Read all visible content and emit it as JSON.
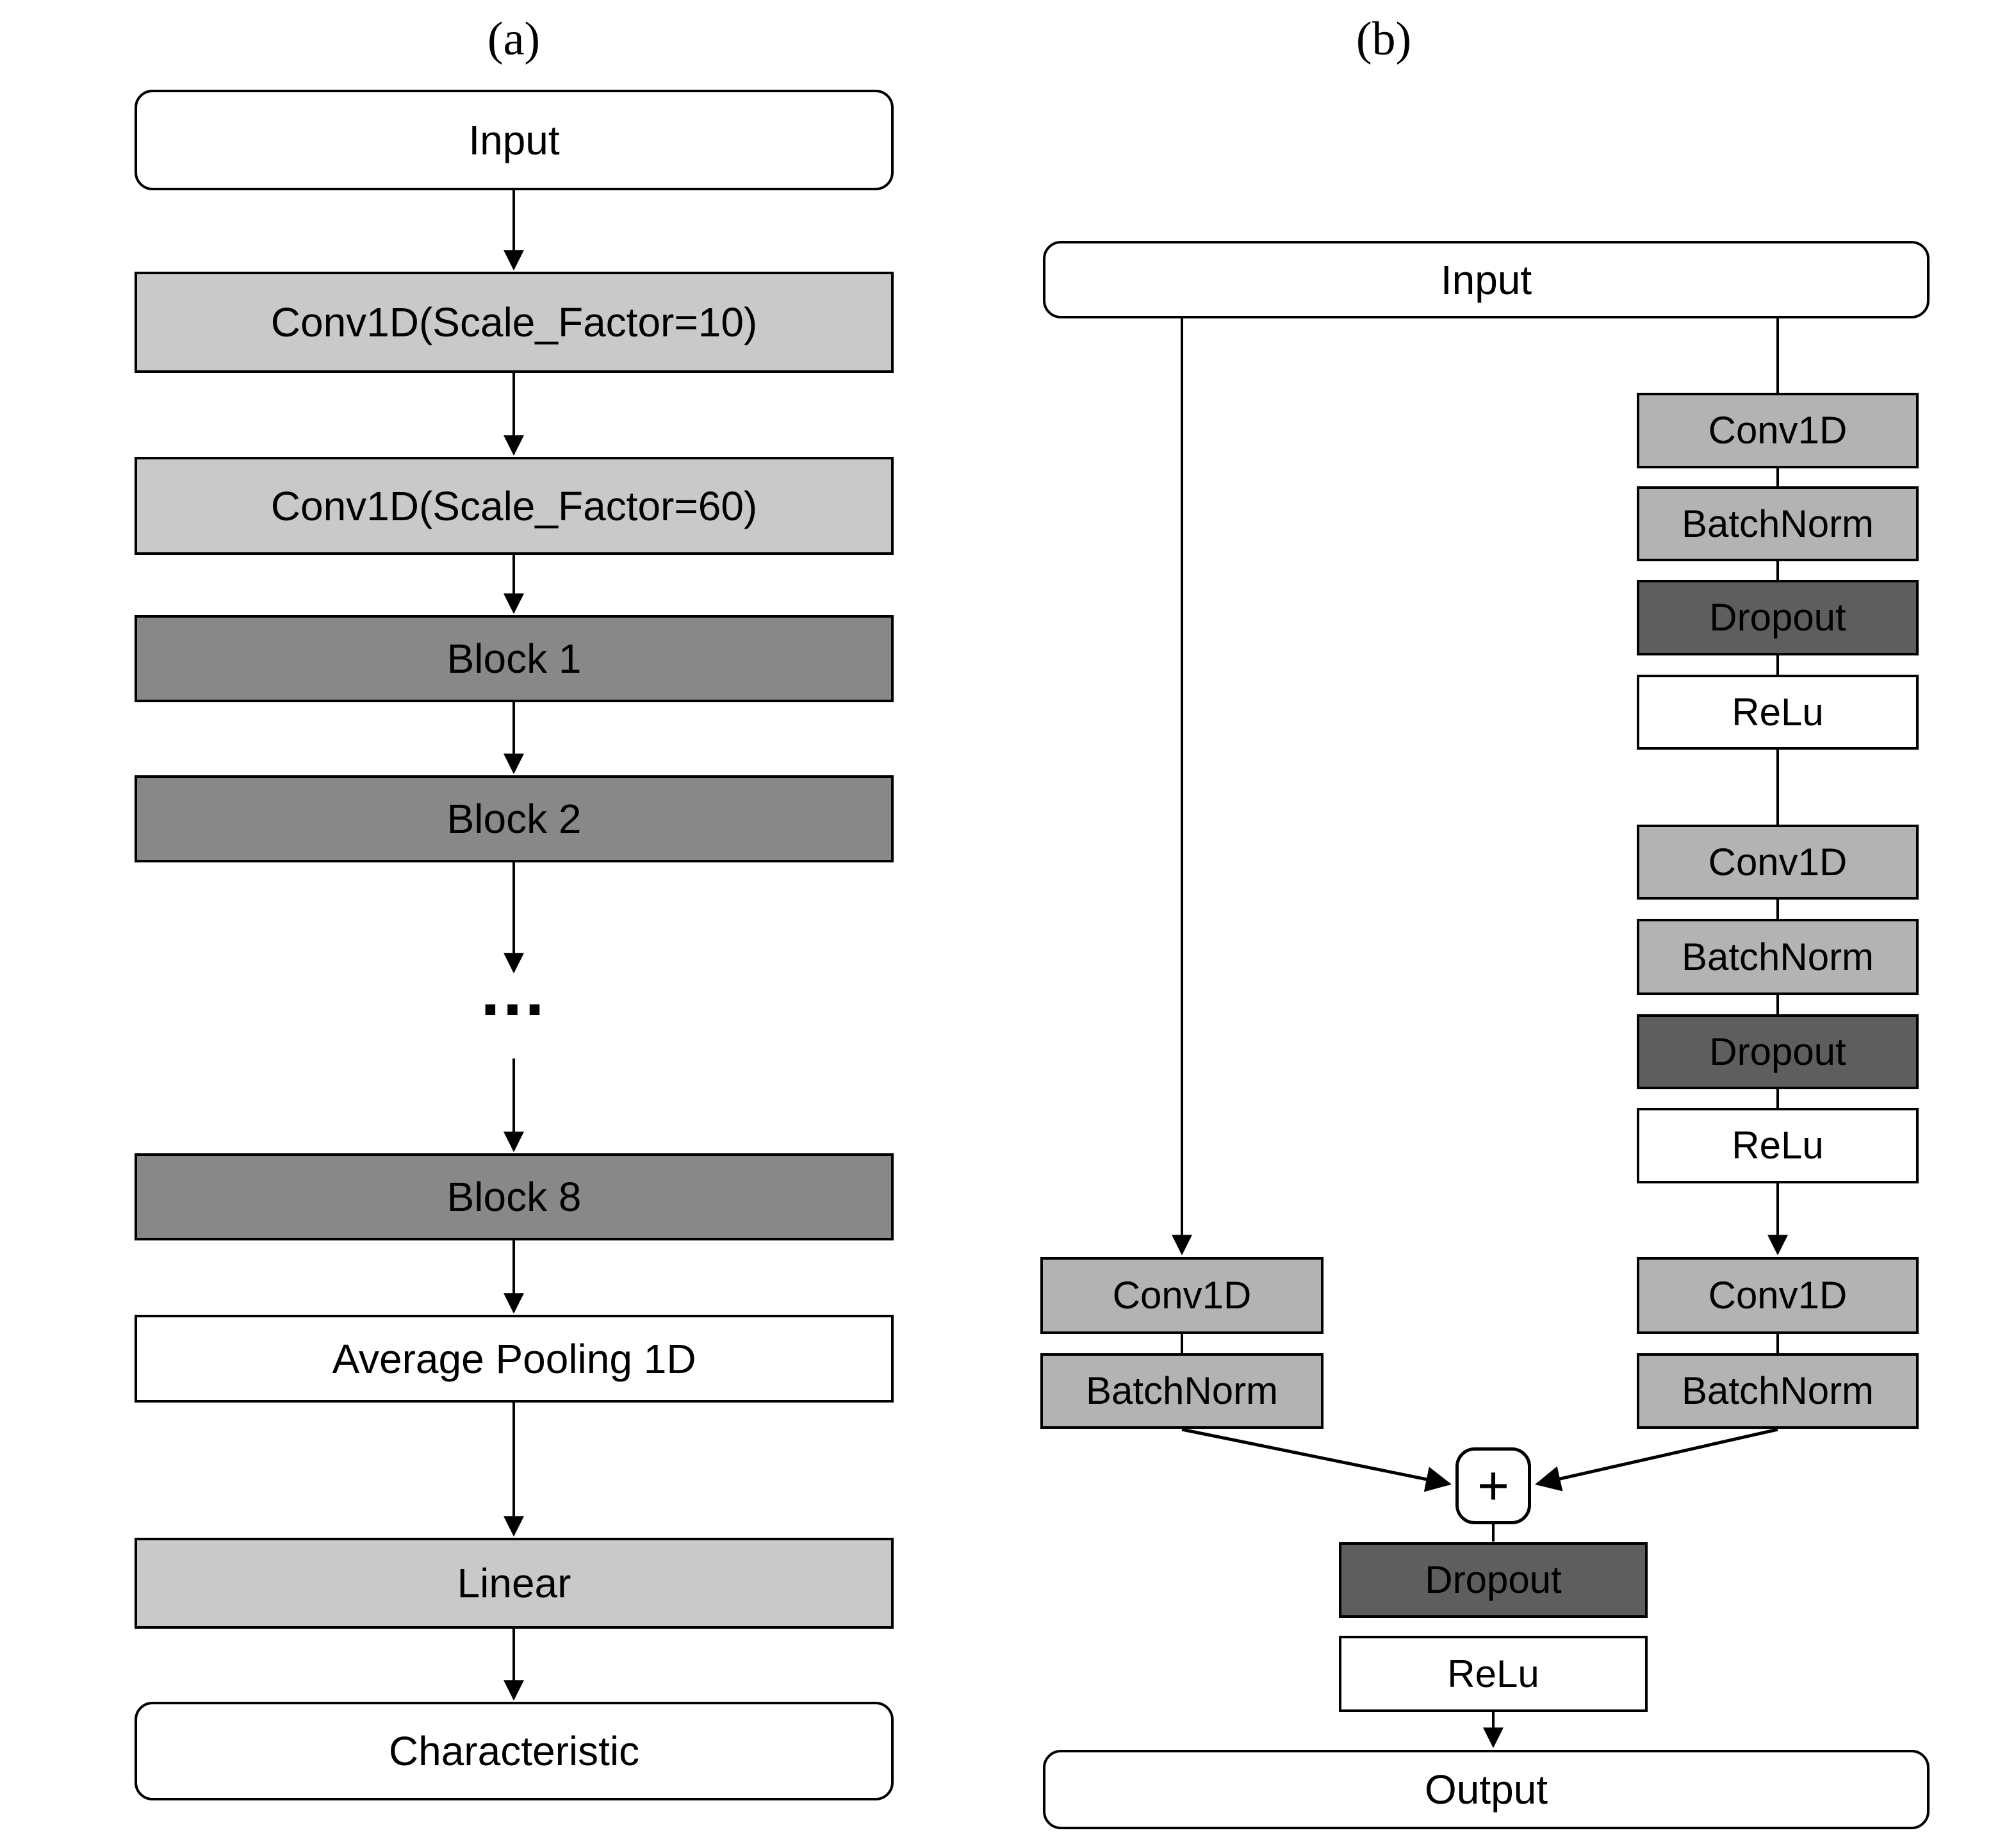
{
  "figure": {
    "panel_a_label": "(a)",
    "panel_b_label": "(b)"
  },
  "panel_a": {
    "nodes": {
      "input": "Input",
      "conv_sf10": "Conv1D(Scale_Factor=10)",
      "conv_sf60": "Conv1D(Scale_Factor=60)",
      "block1": "Block 1",
      "block2": "Block 2",
      "ellipsis": "...",
      "block8": "Block 8",
      "avgpool": "Average Pooling 1D",
      "linear": "Linear",
      "characteristic": "Characteristic"
    }
  },
  "panel_b": {
    "input": "Input",
    "skip_branch": {
      "conv": "Conv1D",
      "batchnorm": "BatchNorm"
    },
    "stack1": {
      "conv": "Conv1D",
      "batchnorm": "BatchNorm",
      "dropout": "Dropout",
      "relu": "ReLu"
    },
    "stack2": {
      "conv": "Conv1D",
      "batchnorm": "BatchNorm",
      "dropout": "Dropout",
      "relu": "ReLu"
    },
    "stack3": {
      "conv": "Conv1D",
      "batchnorm": "BatchNorm"
    },
    "merge": "+",
    "tail": {
      "dropout": "Dropout",
      "relu": "ReLu"
    },
    "output": "Output"
  },
  "colors": {
    "background": "#ffffff",
    "box_border": "#000000",
    "light_gray": "#c9c9c9",
    "block_gray": "#888888",
    "stack_gray": "#b3b3b3",
    "dropout_gray": "#5e5e5e",
    "white_box": "#ffffff",
    "text": "#000000"
  }
}
